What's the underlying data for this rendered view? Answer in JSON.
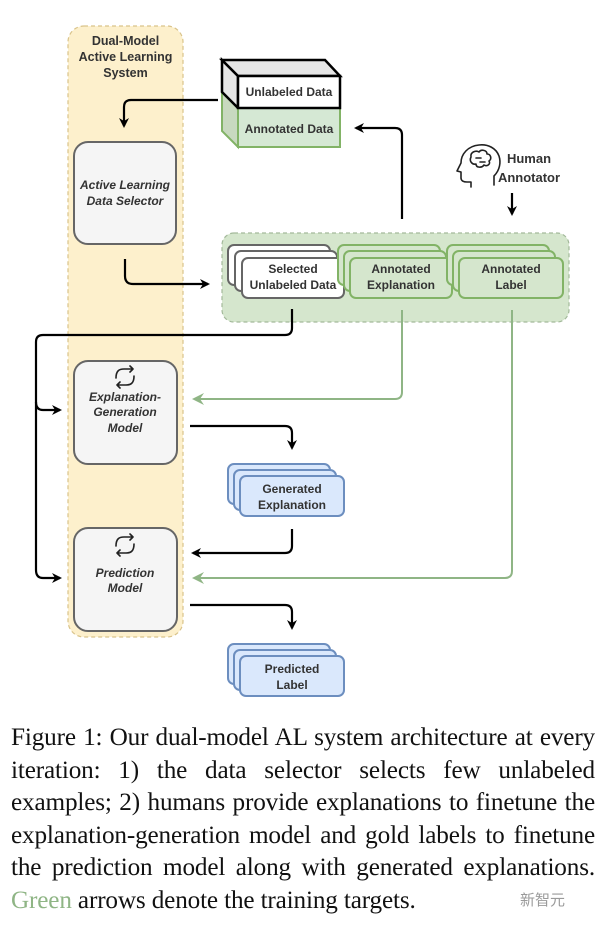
{
  "figure": {
    "system_container": {
      "title_lines": [
        "Dual-Model",
        "Active Learning",
        "System"
      ]
    },
    "data_store": {
      "top_label": "Unlabeled Data",
      "bottom_label": "Annotated Data"
    },
    "human_annotator": {
      "icon": "human-head-brain-icon",
      "label_lines": [
        "Human",
        "Annotator"
      ]
    },
    "nodes": {
      "data_selector": {
        "label_lines": [
          "Active Learning",
          "Data Selector"
        ]
      },
      "explanation_model": {
        "icon": "refresh-cycle-icon",
        "label_lines": [
          "Explanation-",
          "Generation",
          "Model"
        ]
      },
      "prediction_model": {
        "icon": "refresh-cycle-icon",
        "label_lines": [
          "Prediction",
          "Model"
        ]
      },
      "selected_unlabeled": {
        "label_lines": [
          "Selected",
          "Unlabeled Data"
        ]
      },
      "annotated_explanation": {
        "label_lines": [
          "Annotated",
          "Explanation"
        ]
      },
      "annotated_label": {
        "label_lines": [
          "Annotated",
          "Label"
        ]
      },
      "generated_explanation": {
        "label_lines": [
          "Generated",
          "Explanation"
        ]
      },
      "predicted_label": {
        "label_lines": [
          "Predicted",
          "Label"
        ]
      }
    },
    "colors": {
      "system_fill": "#fdf0cc",
      "system_border": "#d9b860",
      "annotation_group_fill": "#d5e6cd",
      "green_arrow": "#8fb585",
      "green_border": "#82b366",
      "blue_fill": "#dae8fc",
      "blue_border": "#6c8ebf",
      "model_fill": "#f5f5f5",
      "model_border": "#666666",
      "black_arrow": "#000000"
    },
    "edges": [
      {
        "from": "unlabeled_data",
        "to": "data_selector",
        "color": "black"
      },
      {
        "from": "data_selector",
        "to": "selected_unlabeled",
        "color": "black"
      },
      {
        "from": "annotation_group",
        "to": "annotated_data",
        "color": "black"
      },
      {
        "from": "human_annotator",
        "to": "annotation_group",
        "color": "black"
      },
      {
        "from": "selected_unlabeled",
        "to": "explanation_model",
        "color": "black"
      },
      {
        "from": "selected_unlabeled",
        "to": "prediction_model",
        "color": "black"
      },
      {
        "from": "annotated_explanation",
        "to": "explanation_model",
        "color": "green"
      },
      {
        "from": "annotated_label",
        "to": "prediction_model",
        "color": "green"
      },
      {
        "from": "explanation_model",
        "to": "generated_explanation",
        "color": "black"
      },
      {
        "from": "generated_explanation",
        "to": "prediction_model",
        "color": "black"
      },
      {
        "from": "prediction_model",
        "to": "predicted_label",
        "color": "black"
      }
    ]
  },
  "caption": {
    "part1": "Figure 1: Our dual-model AL system architecture at every iteration: 1) the data selector selects few unlabeled examples; 2) humans provide explanations to finetune the explanation-generation model and gold labels to finetune the prediction model along with generated explanations. ",
    "green_word": "Green",
    "part2": " arrows denote the training targets."
  },
  "watermark": "新智元"
}
